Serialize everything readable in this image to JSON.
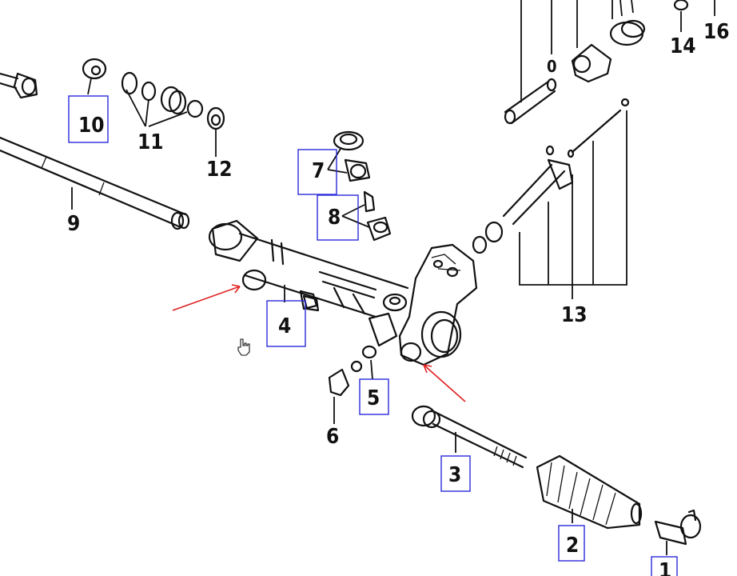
{
  "colors": {
    "line": "#111111",
    "callout_box": "#2b2bdc",
    "arrow": "#e02020",
    "background": "#ffffff"
  },
  "callouts": [
    {
      "id": "1",
      "label": "1",
      "boxed": true
    },
    {
      "id": "2",
      "label": "2",
      "boxed": true
    },
    {
      "id": "3",
      "label": "3",
      "boxed": true
    },
    {
      "id": "4",
      "label": "4",
      "boxed": true
    },
    {
      "id": "5",
      "label": "5",
      "boxed": true
    },
    {
      "id": "6",
      "label": "6",
      "boxed": false
    },
    {
      "id": "7",
      "label": "7",
      "boxed": true
    },
    {
      "id": "8",
      "label": "8",
      "boxed": true
    },
    {
      "id": "9",
      "label": "9",
      "boxed": false
    },
    {
      "id": "10",
      "label": "10",
      "boxed": true
    },
    {
      "id": "11",
      "label": "11",
      "boxed": false
    },
    {
      "id": "12",
      "label": "12",
      "boxed": false
    },
    {
      "id": "13",
      "label": "13",
      "boxed": false
    },
    {
      "id": "14",
      "label": "14",
      "boxed": false
    },
    {
      "id": "16",
      "label": "16",
      "boxed": false
    },
    {
      "id": "0",
      "label": "0",
      "boxed": false
    }
  ],
  "cursor": {
    "icon": "hand-pointer-icon"
  }
}
